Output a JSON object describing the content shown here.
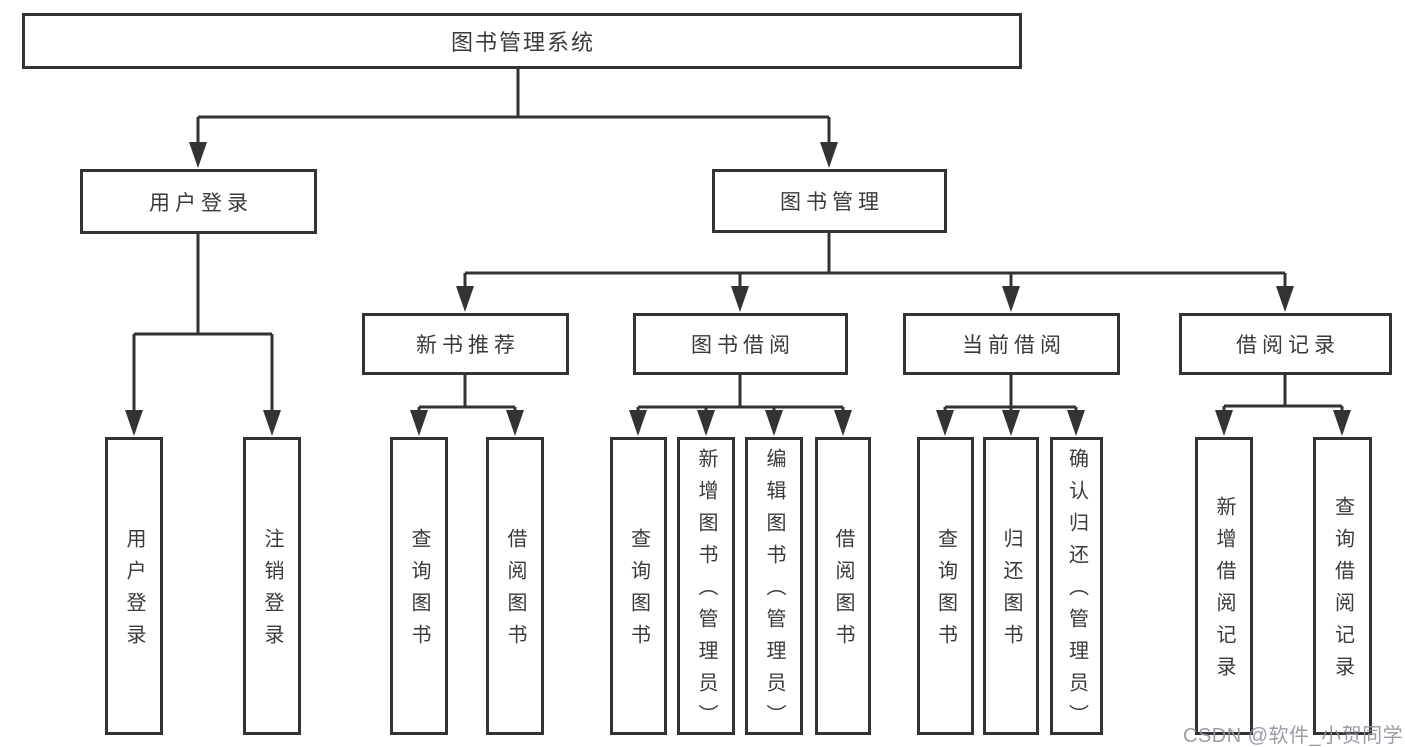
{
  "diagram": {
    "root": {
      "label": "图书管理系统"
    },
    "level2": [
      {
        "label": "用户登录"
      },
      {
        "label": "图书管理"
      }
    ],
    "level3": [
      {
        "label": "新书推荐"
      },
      {
        "label": "图书借阅"
      },
      {
        "label": "当前借阅"
      },
      {
        "label": "借阅记录"
      }
    ],
    "leaves": [
      {
        "label": "用户登录"
      },
      {
        "label": "注销登录"
      },
      {
        "label": "查询图书"
      },
      {
        "label": "借阅图书"
      },
      {
        "label": "查询图书"
      },
      {
        "label": "新增图书（管理员）"
      },
      {
        "label": "编辑图书（管理员）"
      },
      {
        "label": "借阅图书"
      },
      {
        "label": "查询图书"
      },
      {
        "label": "归还图书"
      },
      {
        "label": "确认归还（管理员）"
      },
      {
        "label": "新增借阅记录"
      },
      {
        "label": "查询借阅记录"
      }
    ],
    "watermark": "CSDN @软件_小贺同学",
    "colors": {
      "line": "#333333",
      "text": "#3a3a3a",
      "watermark": "#94949e",
      "background": "#ffffff"
    }
  }
}
